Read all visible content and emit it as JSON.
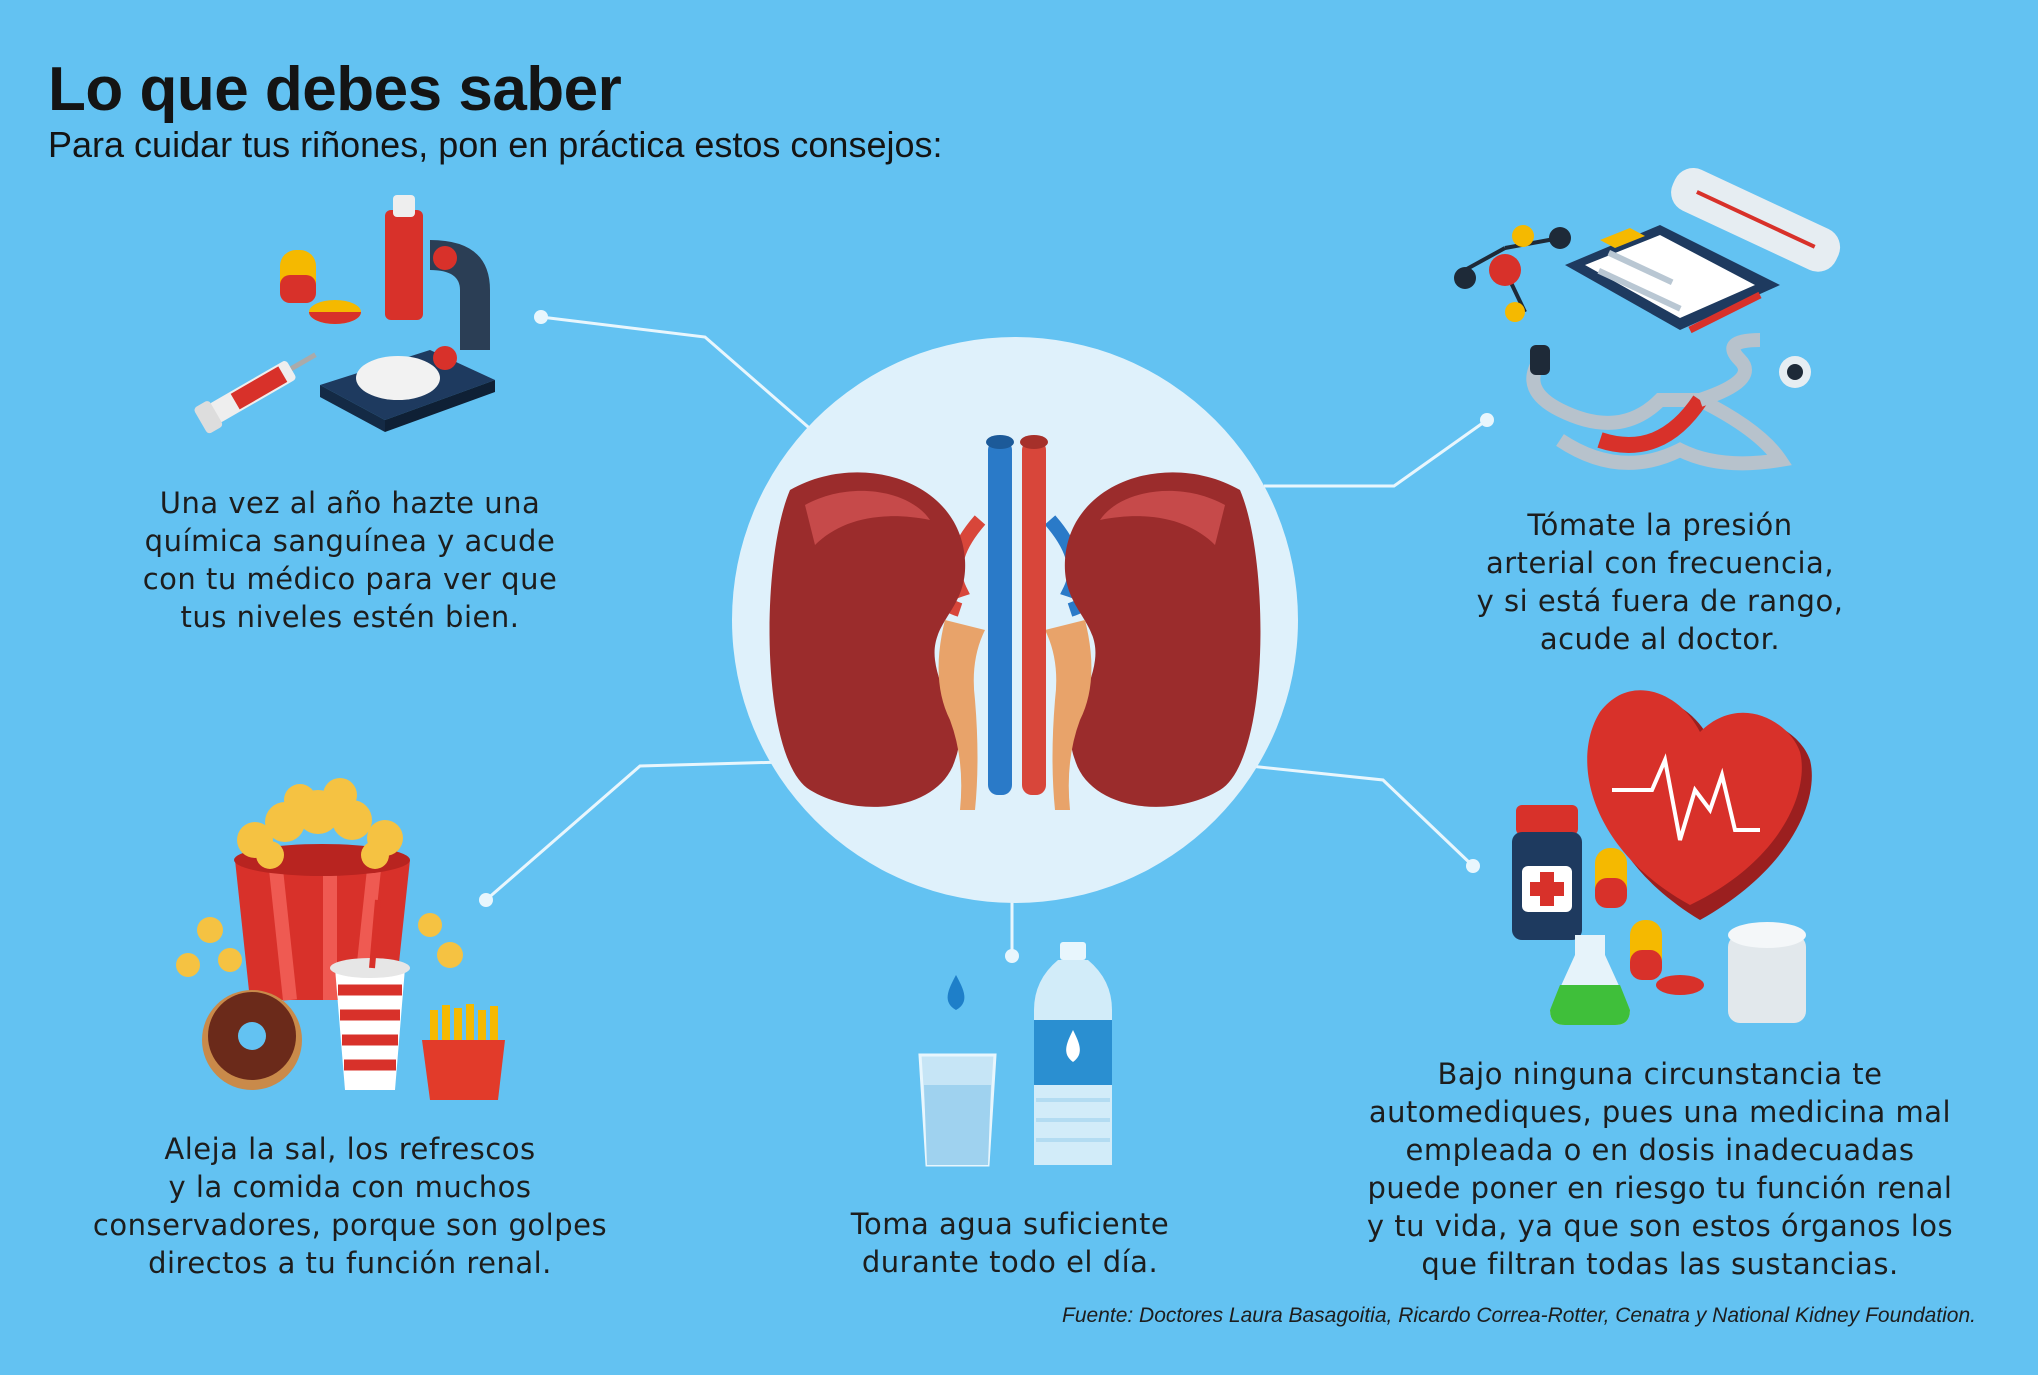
{
  "header": {
    "title": "Lo que debes saber",
    "subtitle": "Para cuidar tus riñones, pon en práctica estos consejos:"
  },
  "tips": [
    {
      "lines": [
        "Una vez al año hazte una",
        "química sanguínea y acude",
        "con tu médico para ver que",
        "tus niveles estén bien."
      ],
      "icon": "microscope-lab-icon"
    },
    {
      "lines": [
        "Tómate la presión",
        "arterial con frecuencia,",
        "y si está fuera de rango,",
        "acude al doctor."
      ],
      "icon": "stethoscope-clipboard-icon"
    },
    {
      "lines": [
        "Aleja la sal, los refrescos",
        "y la comida con muchos",
        "conservadores, porque son golpes",
        "directos a tu función renal."
      ],
      "icon": "junk-food-icon"
    },
    {
      "lines": [
        "Toma agua suficiente",
        "durante todo el día."
      ],
      "icon": "water-bottle-glass-icon"
    },
    {
      "lines": [
        "Bajo ninguna circunstancia te",
        "automediques, pues una medicina mal",
        "empleada o en dosis inadecuadas",
        "puede poner en riesgo tu función renal",
        "y tu vida, ya que son estos órganos los",
        "que filtran todas las sustancias."
      ],
      "icon": "heart-medicine-icon"
    }
  ],
  "center_icon": "kidneys-icon",
  "source": "Fuente: Doctores Laura Basagoitia, Ricardo Correa-Rotter, Cenatra y National Kidney Foundation.",
  "colors": {
    "background": "#63c2f2",
    "kidney": "#9b2c2c",
    "vein": "#2a7ac8",
    "artery": "#d8463a",
    "circle": "#dff1fb"
  }
}
